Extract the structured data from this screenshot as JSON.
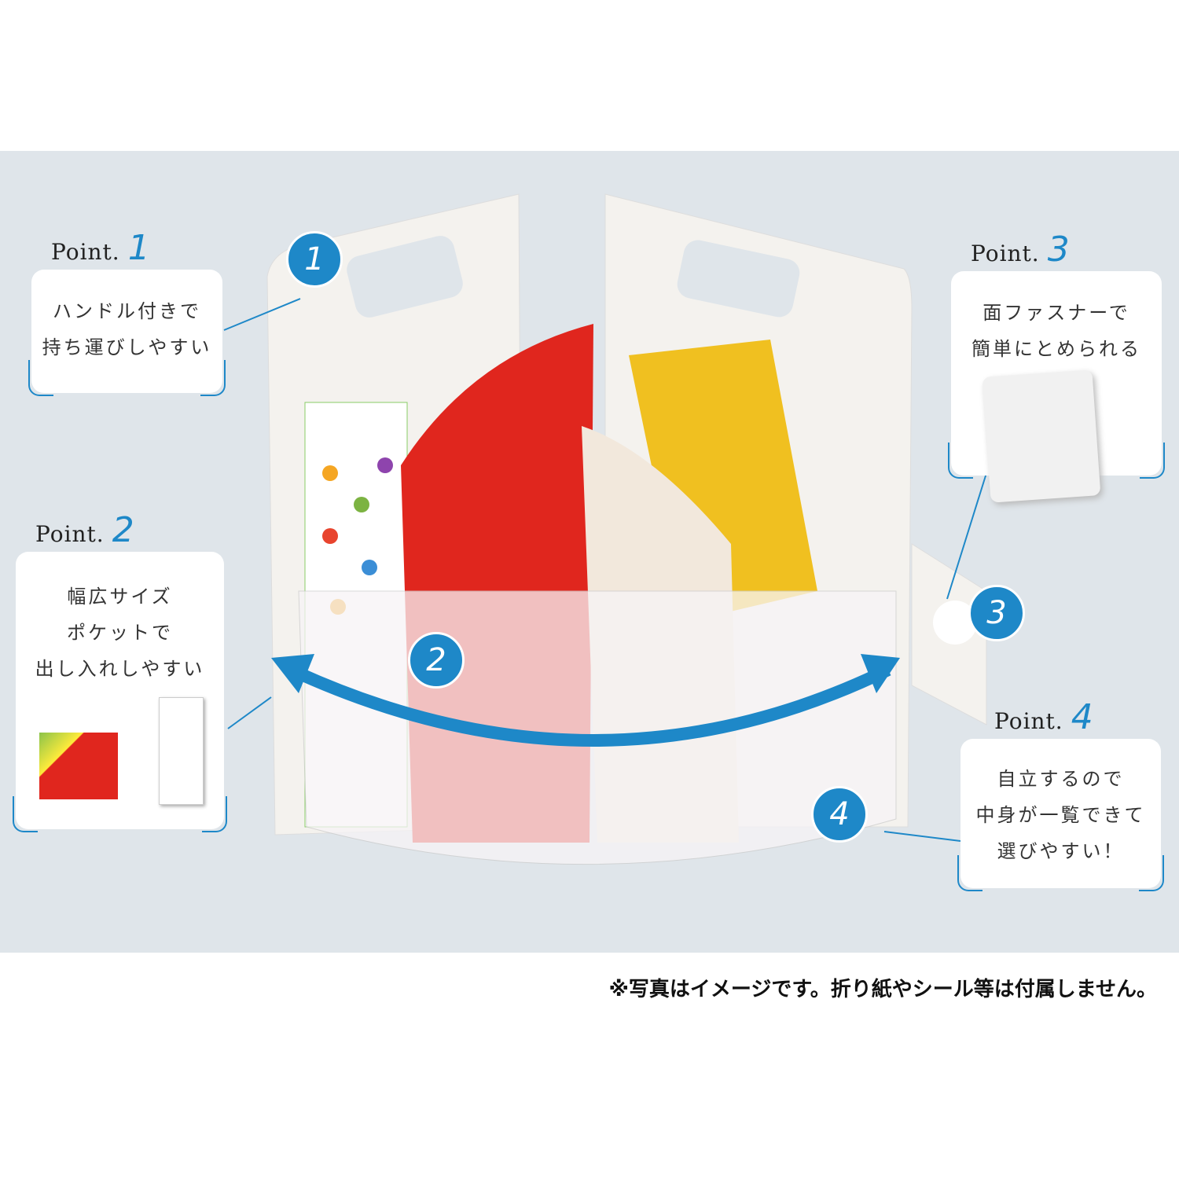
{
  "points": [
    {
      "label": "Point.",
      "num": "1",
      "lines": [
        "ハンドル付きで",
        "持ち運びしやすい"
      ]
    },
    {
      "label": "Point.",
      "num": "2",
      "lines": [
        "幅広サイズ",
        "ポケットで",
        "出し入れしやすい"
      ]
    },
    {
      "label": "Point.",
      "num": "3",
      "lines": [
        "面ファスナーで",
        "簡単にとめられる"
      ]
    },
    {
      "label": "Point.",
      "num": "4",
      "lines": [
        "自立するので",
        "中身が一覧できて",
        "選びやすい！"
      ]
    }
  ],
  "badges": [
    "1",
    "2",
    "3",
    "4"
  ],
  "note": "※写真はイメージです。折り紙やシール等は付属しません。",
  "colors": {
    "accent": "#1e88c8",
    "background": "#dfe5ea"
  }
}
